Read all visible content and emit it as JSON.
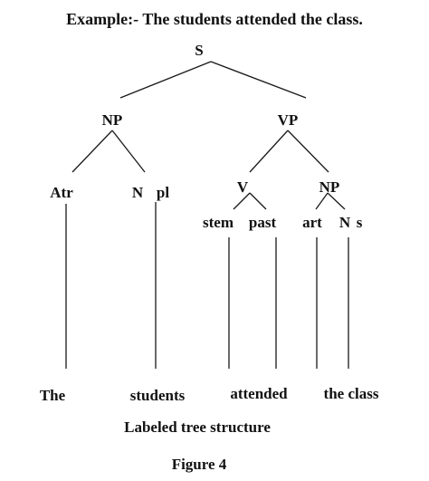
{
  "title": "Example:- The students attended the class.",
  "nodes": {
    "s": "S",
    "np": "NP",
    "vp": "VP",
    "atr": "Atr",
    "n": "N",
    "pl": "pl",
    "v": "V",
    "np2": "NP",
    "stem": "stem",
    "past": "past",
    "art": "art",
    "n2": "N",
    "s2": "s"
  },
  "words": {
    "the": "The",
    "students": "students",
    "attended": "attended",
    "the_class": "the class"
  },
  "caption": "Labeled tree structure",
  "figure_label": "Figure 4"
}
